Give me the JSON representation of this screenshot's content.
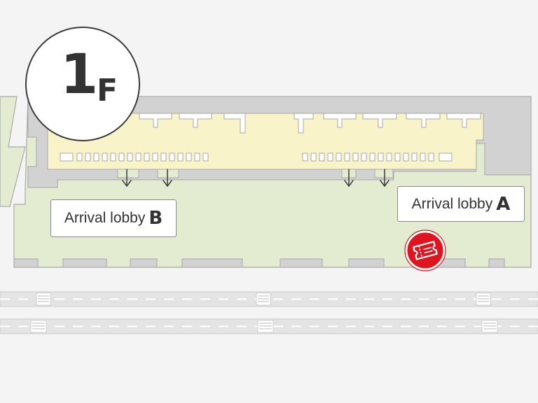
{
  "floor": {
    "number": "1",
    "suffix": "F"
  },
  "lobbies": [
    {
      "text": "Arrival lobby",
      "letter": "B"
    },
    {
      "text": "Arrival lobby",
      "letter": "A"
    }
  ],
  "icons": {
    "ticket": "ticket-icon",
    "arrow": "arrow-down-icon"
  },
  "colors": {
    "building": "#e3ebd1",
    "gate_area": "#f8f3c8",
    "wall": "#d2d2d2",
    "outline": "#a8a8a8",
    "road": "#e4e4e4",
    "ticket": "#e0141e",
    "background": "#f4f4f4"
  }
}
